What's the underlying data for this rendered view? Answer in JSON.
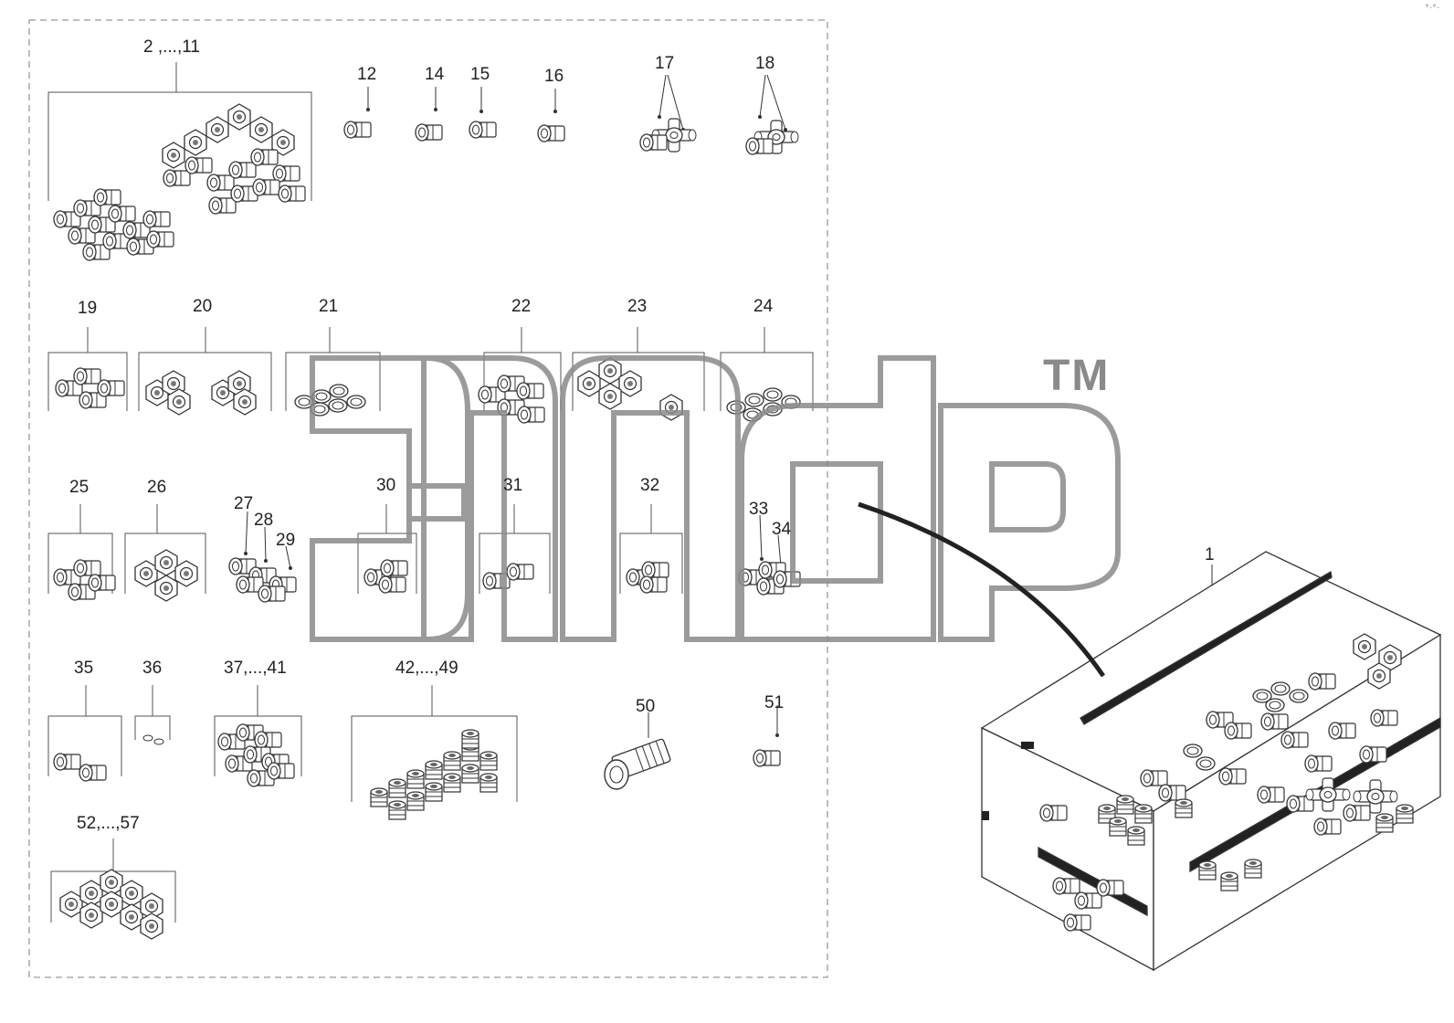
{
  "diagram": {
    "parts": [
      {
        "id": "p2-11",
        "label": "2 ,...,11"
      },
      {
        "id": "p12",
        "label": "12"
      },
      {
        "id": "p14",
        "label": "14"
      },
      {
        "id": "p15",
        "label": "15"
      },
      {
        "id": "p16",
        "label": "16"
      },
      {
        "id": "p17",
        "label": "17"
      },
      {
        "id": "p18",
        "label": "18"
      },
      {
        "id": "p19",
        "label": "19"
      },
      {
        "id": "p20",
        "label": "20"
      },
      {
        "id": "p21",
        "label": "21"
      },
      {
        "id": "p22",
        "label": "22"
      },
      {
        "id": "p23",
        "label": "23"
      },
      {
        "id": "p24",
        "label": "24"
      },
      {
        "id": "p25",
        "label": "25"
      },
      {
        "id": "p26",
        "label": "26"
      },
      {
        "id": "p27",
        "label": "27"
      },
      {
        "id": "p28",
        "label": "28"
      },
      {
        "id": "p29",
        "label": "29"
      },
      {
        "id": "p30",
        "label": "30"
      },
      {
        "id": "p31",
        "label": "31"
      },
      {
        "id": "p32",
        "label": "32"
      },
      {
        "id": "p33",
        "label": "33"
      },
      {
        "id": "p34",
        "label": "34"
      },
      {
        "id": "p35",
        "label": "35"
      },
      {
        "id": "p36",
        "label": "36"
      },
      {
        "id": "p37-41",
        "label": "37,...,41"
      },
      {
        "id": "p42-49",
        "label": "42,...,49"
      },
      {
        "id": "p50",
        "label": "50"
      },
      {
        "id": "p51",
        "label": "51"
      },
      {
        "id": "p52-57",
        "label": "52,...,57"
      },
      {
        "id": "p1",
        "label": "1"
      }
    ],
    "watermark_text": "эпср",
    "watermark_tm": "TM",
    "corner_mark": "°·°·"
  }
}
